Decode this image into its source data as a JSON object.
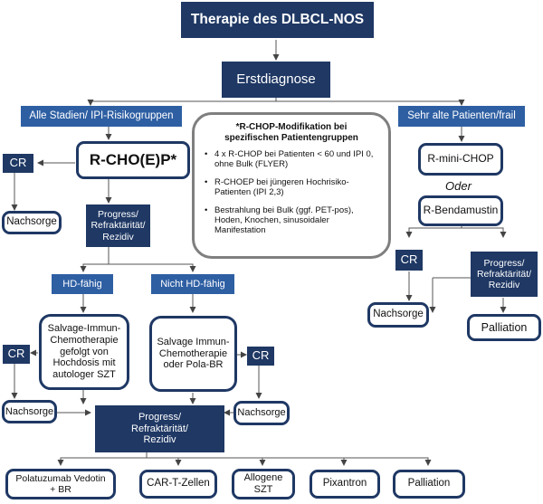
{
  "title": "Therapie des DLBCL-NOS",
  "erstdiagnose": "Erstdiagnose",
  "left": {
    "group": "Alle Stadien/ IPI-Risikogruppen",
    "regimen": "R-CHO(E)P*",
    "cr": "CR",
    "nachsorge": "Nachsorge",
    "progress": [
      "Progress/",
      "Refraktärität/",
      "Rezidiv"
    ],
    "hd_faehig": "HD-fähig",
    "nicht_hd_faehig": "Nicht HD-fähig",
    "salvage_hd": [
      "Salvage-Immun-",
      "Chemotherapie",
      "gefolgt von",
      "Hochdosis mit",
      "autologer SZT"
    ],
    "salvage_pola": [
      "Salvage Immun-",
      "Chemotherapie",
      "oder Pola-BR"
    ],
    "cr_hd": "CR",
    "cr_pola": "CR",
    "nachsorge_hd": "Nachsorge",
    "nachsorge_pola": "Nachsorge",
    "progress2": [
      "Progress/",
      "Refraktärität/",
      "Rezidiv"
    ]
  },
  "note": {
    "title": [
      "*R-CHOP-Modifikation bei",
      "spezifischen Patientengruppen"
    ],
    "items": [
      "4 x R-CHOP bei Patienten < 60 und IPI 0, ohne Bulk (FLYER)",
      "R-CHOEP bei jüngeren Hochrisiko-Patienten (IPI 2,3)",
      "Bestrahlung bei Bulk (ggf. PET-pos), Hoden, Knochen, sinusoidaler Manifestation"
    ]
  },
  "right": {
    "group": "Sehr alte Patienten/frail",
    "mini_chop": "R-mini-CHOP",
    "oder": "Oder",
    "bendamustin": "R-Bendamustin",
    "cr": "CR",
    "nachsorge": "Nachsorge",
    "progress": [
      "Progress/",
      "Refraktärität/",
      "Rezidiv"
    ],
    "palliation": "Palliation"
  },
  "bottom": {
    "options": [
      [
        "Polatuzumab Vedotin",
        "+ BR"
      ],
      [
        "CAR-T-Zellen"
      ],
      [
        "Allogene",
        "SZT"
      ],
      [
        "Pixantron"
      ],
      [
        "Palliation"
      ]
    ]
  },
  "colors": {
    "dark": "#1f3864",
    "mid": "#2e5fa3",
    "note_border": "#7f7f7f"
  }
}
